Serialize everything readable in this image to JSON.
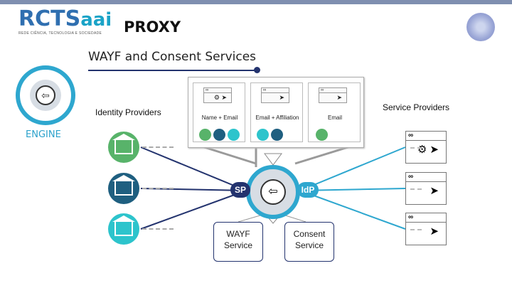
{
  "header": {
    "logo_main": "RCTS",
    "logo_suffix": "aai",
    "logo_subtitle": "REDE CIÊNCIA, TECNOLOGIA E SOCIEDADE",
    "proxy_label": "PROXY"
  },
  "title": "WAYF and Consent Services",
  "engine_label": "ENGINE",
  "identity_providers_label": "Identity Providers",
  "service_providers_label": "Service Providers",
  "panels": [
    {
      "label": "Name + Email",
      "chips": [
        "#58b36a",
        "#1f5f80",
        "#2dc4cc"
      ]
    },
    {
      "label": "Email + Affiliation",
      "chips": [
        "#2dc4cc",
        "#1f5f80"
      ]
    },
    {
      "label": "Email",
      "chips": [
        "#58b36a"
      ]
    }
  ],
  "hub": {
    "sp_badge": "SP",
    "idp_badge": "IdP"
  },
  "services": [
    {
      "line1": "WAYF",
      "line2": "Service"
    },
    {
      "line1": "Consent",
      "line2": "Service"
    }
  ],
  "colors": {
    "navy": "#23336e",
    "cyan": "#2ea7cf",
    "green": "#58b36a",
    "teal": "#1f5f80",
    "aqua": "#2dc4cc"
  },
  "icons": {
    "engine": "arrow-left-circle-icon",
    "idp": "building-icon",
    "sp": "browser-window-cursor-icon"
  }
}
